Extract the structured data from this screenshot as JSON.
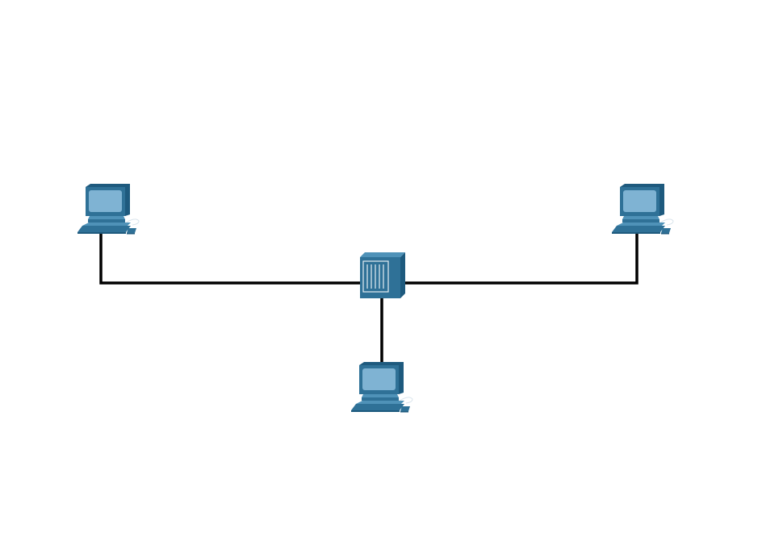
{
  "diagram": {
    "topology": "star",
    "colors": {
      "background": "#ffffff",
      "link": "#000000",
      "device_body": "#2f7197",
      "device_dark": "#1e5a7e",
      "device_light": "#4f92b8",
      "screen": "#7fb3d3",
      "highlight": "#e6eef4"
    },
    "nodes": [
      {
        "id": "pc-left",
        "kind": "pc",
        "icon": "desktop-computer-icon"
      },
      {
        "id": "pc-right",
        "kind": "pc",
        "icon": "desktop-computer-icon"
      },
      {
        "id": "pc-bottom",
        "kind": "pc",
        "icon": "desktop-computer-icon"
      },
      {
        "id": "hub-center",
        "kind": "hub",
        "icon": "hub-icon"
      }
    ],
    "links": [
      {
        "from": "pc-left",
        "to": "hub-center"
      },
      {
        "from": "pc-right",
        "to": "hub-center"
      },
      {
        "from": "pc-bottom",
        "to": "hub-center"
      }
    ]
  }
}
